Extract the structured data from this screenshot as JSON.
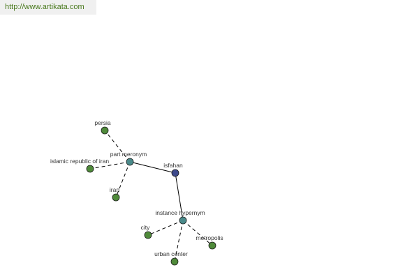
{
  "header": {
    "url": "http://www.artikata.com"
  },
  "colors": {
    "leaf_node": "#4f8a3a",
    "relation_node": "#4a8a8a",
    "center_node": "#3e4a8c",
    "edge": "#000000",
    "url_text": "#4a7a1e"
  },
  "graph": {
    "nodes": [
      {
        "id": "isfahan",
        "label": "isfahan",
        "kind": "center"
      },
      {
        "id": "part-meronym",
        "label": "part meronym",
        "kind": "relation"
      },
      {
        "id": "instance-hypernym",
        "label": "instance hypernym",
        "kind": "relation"
      },
      {
        "id": "persia",
        "label": "persia",
        "kind": "leaf"
      },
      {
        "id": "islamic-republic-of-iran",
        "label": "islamic republic of iran",
        "kind": "leaf"
      },
      {
        "id": "iran",
        "label": "iran",
        "kind": "leaf"
      },
      {
        "id": "city",
        "label": "city",
        "kind": "leaf"
      },
      {
        "id": "metropolis",
        "label": "metropolis",
        "kind": "leaf"
      },
      {
        "id": "urban-center",
        "label": "urban center",
        "kind": "leaf"
      }
    ],
    "edges": [
      {
        "from": "isfahan",
        "to": "part-meronym",
        "style": "solid"
      },
      {
        "from": "isfahan",
        "to": "instance-hypernym",
        "style": "solid"
      },
      {
        "from": "part-meronym",
        "to": "persia",
        "style": "dashed"
      },
      {
        "from": "part-meronym",
        "to": "islamic-republic-of-iran",
        "style": "dashed"
      },
      {
        "from": "part-meronym",
        "to": "iran",
        "style": "dashed"
      },
      {
        "from": "instance-hypernym",
        "to": "city",
        "style": "dashed"
      },
      {
        "from": "instance-hypernym",
        "to": "metropolis",
        "style": "dashed"
      },
      {
        "from": "instance-hypernym",
        "to": "urban-center",
        "style": "dashed"
      }
    ]
  }
}
